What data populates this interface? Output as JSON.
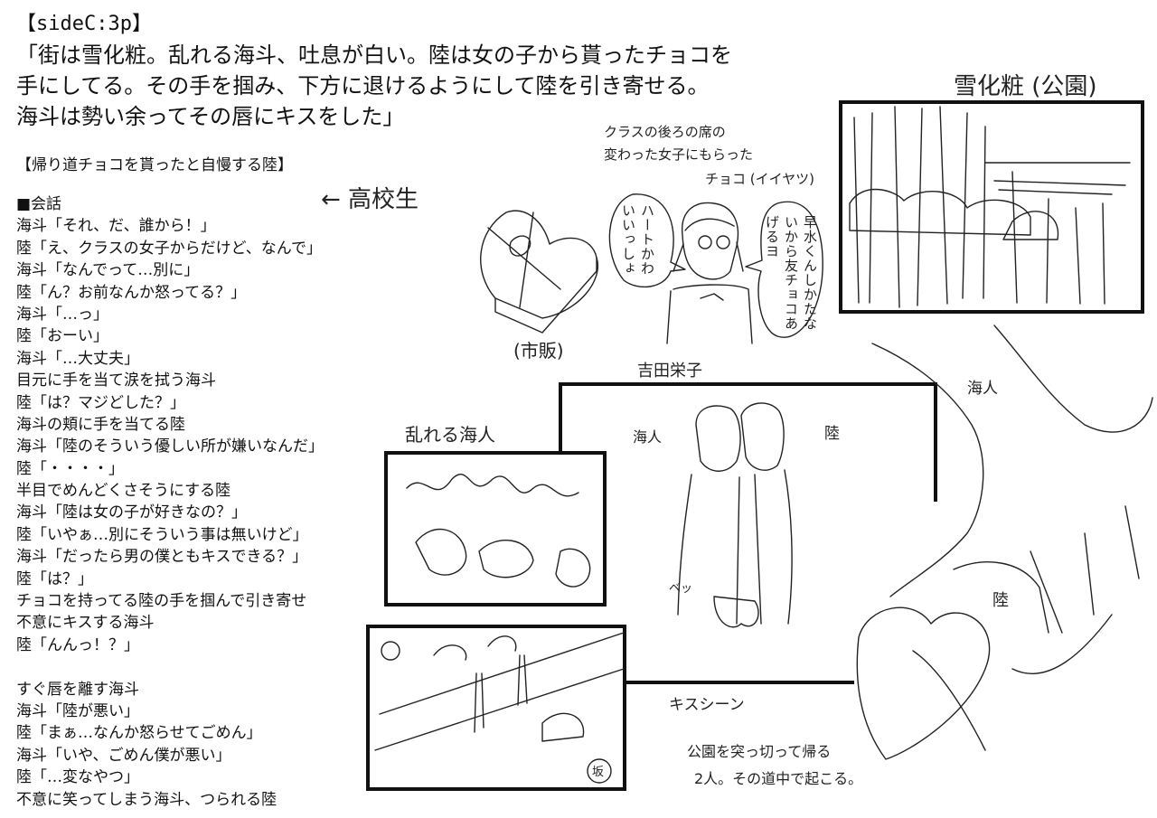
{
  "header": "【sideC:3p】",
  "intro_lines": [
    "「街は雪化粧。乱れる海斗、吐息が白い。陸は女の子から貰ったチョコを",
    "手にしてる。その手を掴み、下方に退けるようにして陸を引き寄せる。",
    "海斗は勢い余ってその唇にキスをした」"
  ],
  "subtitle": "【帰り道チョコを貰ったと自慢する陸】",
  "dialog": [
    "■会話",
    "海斗「それ、だ、誰から！」",
    "陸「え、クラスの女子からだけど、なんで」",
    "海斗「なんでって…別に」",
    "陸「ん？お前なんか怒ってる？」",
    "海斗「…っ」",
    "陸「おーい」",
    "海斗「…大丈夫」",
    "目元に手を当て涙を拭う海斗",
    "陸「は？マジどした？」",
    "海斗の頬に手を当てる陸",
    "海斗「陸のそういう優しい所が嫌いなんだ」",
    "陸「・・・・」",
    "半目でめんどくさそうにする陸",
    "海斗「陸は女の子が好きなの？」",
    "陸「いやぁ…別にそういう事は無いけど」",
    "海斗「だったら男の僕ともキスできる？」",
    "陸「は？」",
    "チョコを持ってる陸の手を掴んで引き寄せ",
    "不意にキスする海斗",
    "陸「んんっ！？」",
    "",
    "すぐ唇を離す海斗",
    "海斗「陸が悪い」",
    "陸「まぁ…なんか怒らせてごめん」",
    "海斗「いや、ごめん僕が悪い」",
    "陸「…変なやつ」",
    "不意に笑ってしまう海斗、つられる陸"
  ],
  "notes": {
    "koukousei": "← 高校生",
    "classmate": "クラスの後ろの席の",
    "classmate2": "変わった女子にもらった",
    "classmate3": "チョコ (イイヤツ)",
    "heart_cute": "ハートかわいいっしょ",
    "hayami": "早水くんしかたないから友チョコあげるヨ",
    "ichihan": "(市販)",
    "yoshida": "吉田栄子",
    "yukigeshou": "雪化粧 (公園)",
    "midareru": "乱れる海人",
    "kaito1": "海人",
    "riku1": "陸",
    "kaito2": "海人",
    "riku2": "陸",
    "bet": "ベッ",
    "kiss_scene": "キスシーン",
    "park1": "公園を突っ切って帰る",
    "park2": "2人。その道中で起こる。",
    "saka": "坂"
  }
}
